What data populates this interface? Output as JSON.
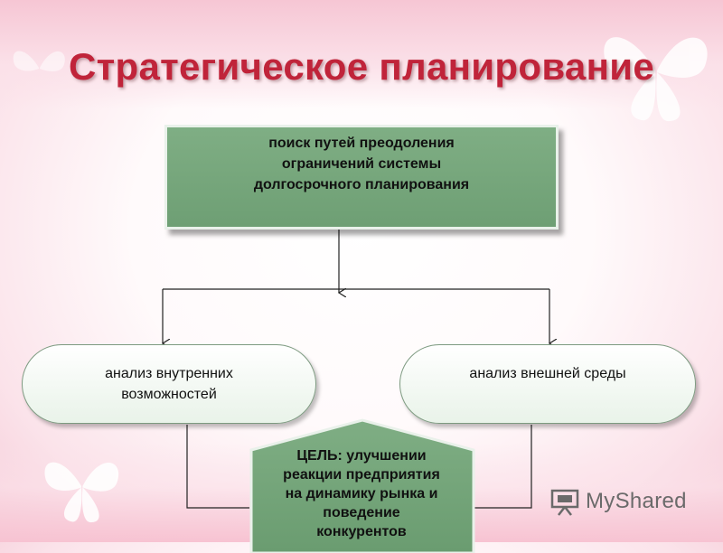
{
  "slide": {
    "title": "Стратегическое планирование"
  },
  "top_box": {
    "lines": [
      "поиск путей преодоления",
      "ограничений системы",
      "долгосрочного планирования"
    ]
  },
  "left_box": {
    "lines": [
      "анализ внутренних",
      "возможностей"
    ]
  },
  "right_box": {
    "lines": [
      "анализ внешней среды"
    ]
  },
  "goal_box": {
    "lines": [
      "ЦЕЛЬ: улучшении",
      "реакции предприятия",
      "на динамику рынка и",
      "поведение",
      "конкурентов"
    ]
  },
  "watermark": {
    "text": "MyShared",
    "icon": "presentation-board-icon"
  },
  "colors": {
    "title": "#c0243a",
    "box_green": "#74a57a",
    "pill_fill": "#eef6ee",
    "background_pink": "#f6c6d4"
  }
}
